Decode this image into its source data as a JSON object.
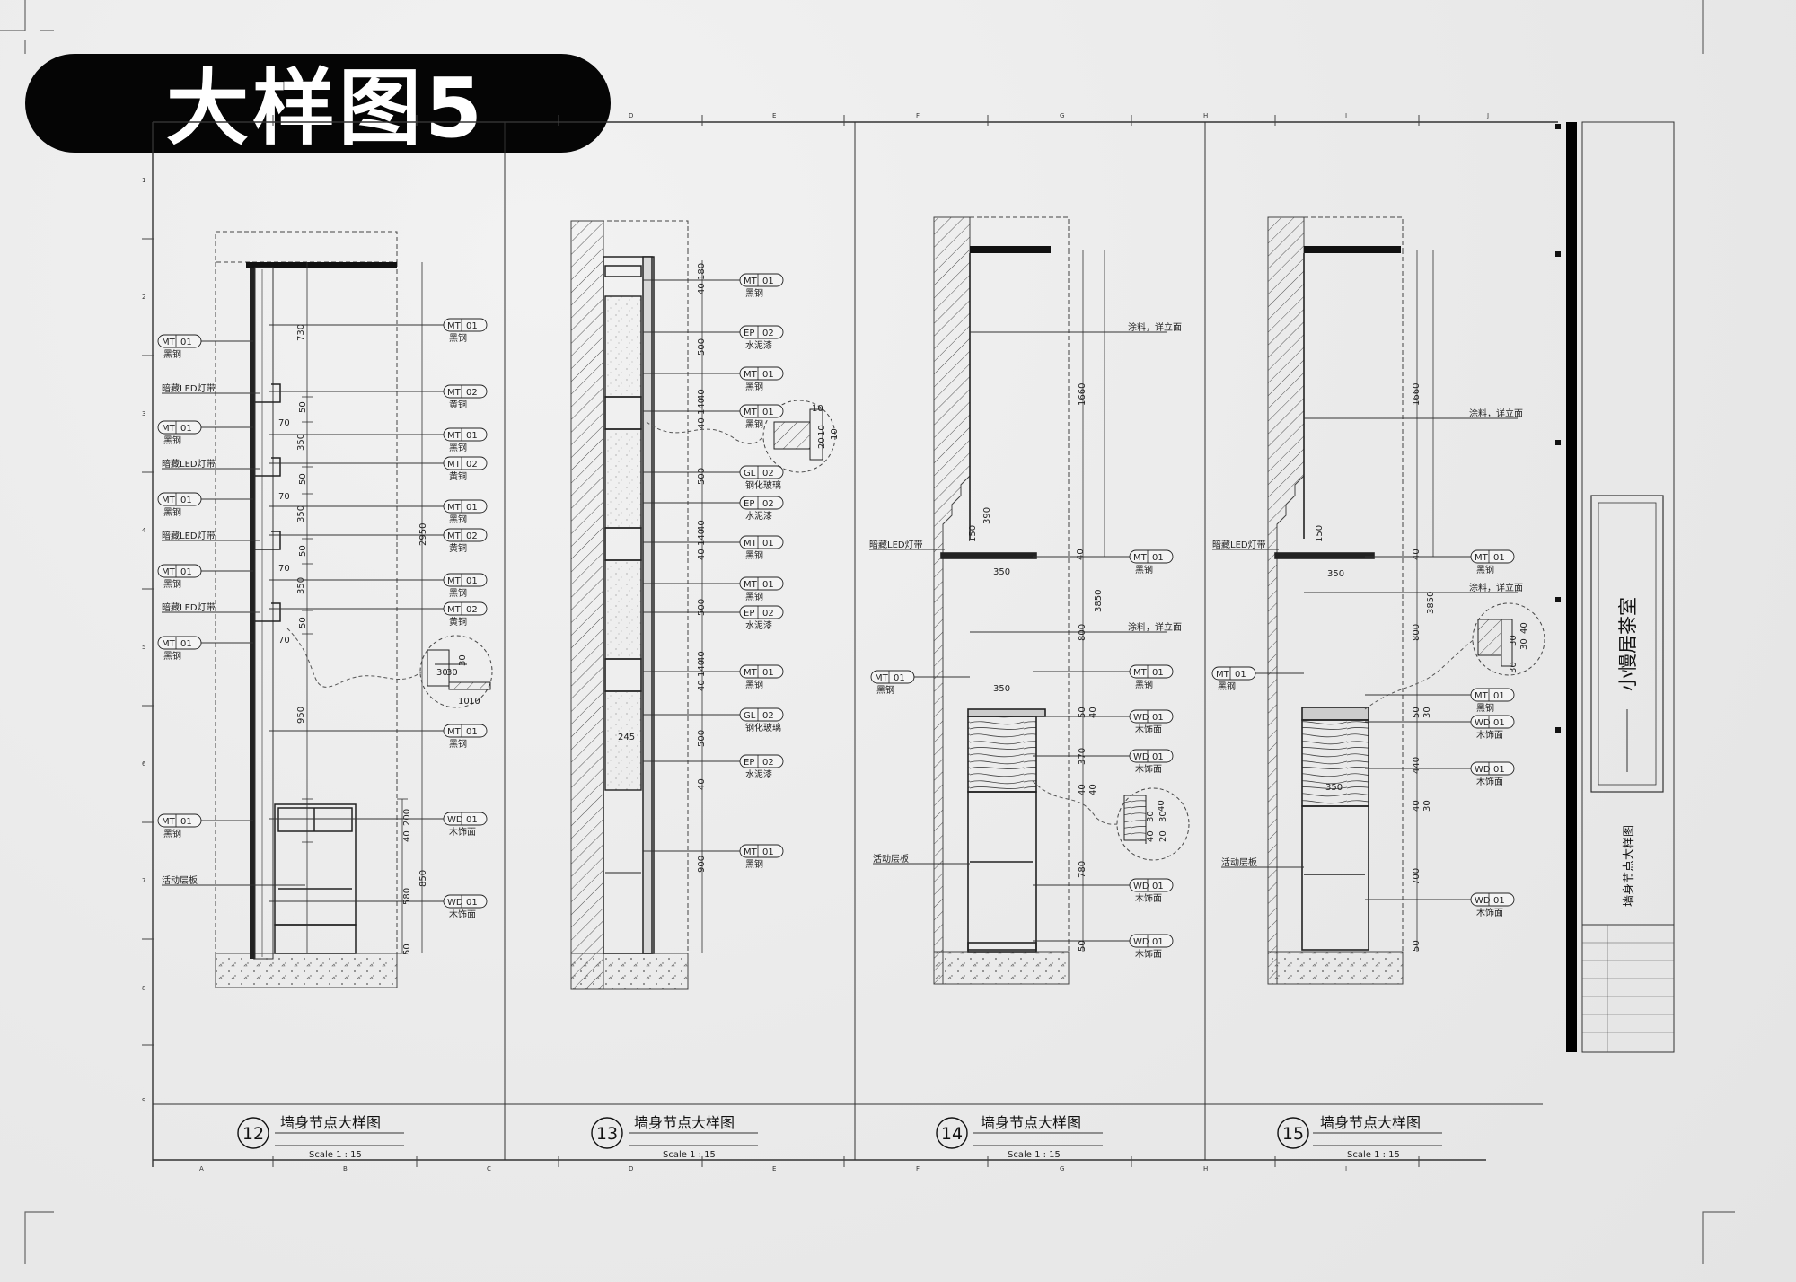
{
  "title": "大样图5",
  "drawings": [
    {
      "number": "12",
      "caption": "墙身节点大样图",
      "scale": "Scale 1 : 15"
    },
    {
      "number": "13",
      "caption": "墙身节点大样图",
      "scale": "Scale 1 : 15"
    },
    {
      "number": "14",
      "caption": "墙身节点大样图",
      "scale": "Scale 1 : 15"
    },
    {
      "number": "15",
      "caption": "墙身节点大样图",
      "scale": "Scale 1 : 15"
    }
  ],
  "title_block": {
    "project_name": "小慢居茶室",
    "sheet_name": "墙身节点大样图"
  },
  "grid": {
    "columns": [
      "A",
      "B",
      "C",
      "D",
      "E",
      "F",
      "G",
      "H",
      "I",
      "J"
    ],
    "rows": [
      "1",
      "2",
      "3",
      "4",
      "5",
      "6",
      "7",
      "8",
      "9"
    ]
  },
  "materials": {
    "MT01": "黑钢",
    "MT02": "黄铜",
    "EP02": "水泥漆",
    "GL02": "钢化玻璃",
    "WD01": "木饰面",
    "led": "暗藏LED灯带",
    "shelf": "活动层板",
    "paint": "涂料，详立面"
  },
  "d12": {
    "left_tags": [
      {
        "code": "MT",
        "num": "01",
        "text": "黑钢"
      },
      {
        "code": "MT",
        "num": "01",
        "text": "黑钢"
      },
      {
        "code": "MT",
        "num": "01",
        "text": "黑钢"
      },
      {
        "code": "MT",
        "num": "01",
        "text": "黑钢"
      },
      {
        "code": "MT",
        "num": "01",
        "text": "黑钢"
      },
      {
        "code": "MT",
        "num": "01",
        "text": "黑钢"
      }
    ],
    "led_labels": [
      "暗藏LED灯带",
      "暗藏LED灯带",
      "暗藏LED灯带",
      "暗藏LED灯带"
    ],
    "shelf_label": "活动层板",
    "right_tags": [
      {
        "code": "MT",
        "num": "01",
        "text": "黑钢"
      },
      {
        "code": "MT",
        "num": "02",
        "text": "黄铜"
      },
      {
        "code": "MT",
        "num": "01",
        "text": "黑钢"
      },
      {
        "code": "MT",
        "num": "02",
        "text": "黄铜"
      },
      {
        "code": "MT",
        "num": "01",
        "text": "黑钢"
      },
      {
        "code": "MT",
        "num": "02",
        "text": "黄铜"
      },
      {
        "code": "MT",
        "num": "01",
        "text": "黑钢"
      },
      {
        "code": "MT",
        "num": "02",
        "text": "黄铜"
      },
      {
        "code": "MT",
        "num": "01",
        "text": "黑钢"
      },
      {
        "code": "WD",
        "num": "01",
        "text": "木饰面"
      },
      {
        "code": "WD",
        "num": "01",
        "text": "木饰面"
      }
    ],
    "dims": [
      "730",
      "50",
      "70",
      "350",
      "50",
      "70",
      "350",
      "50",
      "70",
      "350",
      "50",
      "70",
      "950",
      "200",
      "40",
      "580",
      "850",
      "50",
      "2950"
    ],
    "detail_dims": [
      "30",
      "30",
      "30",
      "10",
      "10"
    ]
  },
  "d13": {
    "right_tags": [
      {
        "code": "MT",
        "num": "01",
        "text": "黑钢"
      },
      {
        "code": "EP",
        "num": "02",
        "text": "水泥漆"
      },
      {
        "code": "MT",
        "num": "01",
        "text": "黑钢"
      },
      {
        "code": "MT",
        "num": "01",
        "text": "黑钢"
      },
      {
        "code": "GL",
        "num": "02",
        "text": "钢化玻璃"
      },
      {
        "code": "EP",
        "num": "02",
        "text": "水泥漆"
      },
      {
        "code": "MT",
        "num": "01",
        "text": "黑钢"
      },
      {
        "code": "MT",
        "num": "01",
        "text": "黑钢"
      },
      {
        "code": "EP",
        "num": "02",
        "text": "水泥漆"
      },
      {
        "code": "MT",
        "num": "01",
        "text": "黑钢"
      },
      {
        "code": "GL",
        "num": "02",
        "text": "钢化玻璃"
      },
      {
        "code": "EP",
        "num": "02",
        "text": "水泥漆"
      },
      {
        "code": "MT",
        "num": "01",
        "text": "黑钢"
      }
    ],
    "dims": [
      "40",
      "180",
      "500",
      "40",
      "140",
      "40",
      "500",
      "40",
      "140",
      "40",
      "500",
      "40",
      "140",
      "40",
      "500",
      "40",
      "900",
      "245"
    ],
    "detail_dims": [
      "10",
      "10",
      "20",
      "10"
    ]
  },
  "d14": {
    "led_label": "暗藏LED灯带",
    "shelf_label": "活动层板",
    "left_tag": {
      "code": "MT",
      "num": "01",
      "text": "黑钢"
    },
    "paint_labels": [
      "涂料，详立面",
      "涂料，详立面"
    ],
    "right_tags": [
      {
        "code": "MT",
        "num": "01",
        "text": "黑钢"
      },
      {
        "code": "MT",
        "num": "01",
        "text": "黑钢"
      },
      {
        "code": "WD",
        "num": "01",
        "text": "木饰面"
      },
      {
        "code": "WD",
        "num": "01",
        "text": "木饰面"
      },
      {
        "code": "WD",
        "num": "01",
        "text": "木饰面"
      },
      {
        "code": "WD",
        "num": "01",
        "text": "木饰面"
      }
    ],
    "dims": [
      "1660",
      "390",
      "40",
      "350",
      "150",
      "3850",
      "800",
      "50",
      "40",
      "370",
      "40",
      "40",
      "780",
      "50",
      "350"
    ],
    "detail_dims": [
      "30",
      "30",
      "40",
      "40",
      "20"
    ]
  },
  "d15": {
    "led_label": "暗藏LED灯带",
    "shelf_label": "活动层板",
    "left_tag": {
      "code": "MT",
      "num": "01",
      "text": "黑钢"
    },
    "paint_labels": [
      "涂料，详立面",
      "涂料，详立面"
    ],
    "right_tags": [
      {
        "code": "MT",
        "num": "01",
        "text": "黑钢"
      },
      {
        "code": "MT",
        "num": "01",
        "text": "黑钢"
      },
      {
        "code": "WD",
        "num": "01",
        "text": "木饰面"
      },
      {
        "code": "WD",
        "num": "01",
        "text": "木饰面"
      },
      {
        "code": "WD",
        "num": "01",
        "text": "木饰面"
      }
    ],
    "dims": [
      "1660",
      "150",
      "350",
      "40",
      "3850",
      "800",
      "50",
      "30",
      "440",
      "40",
      "30",
      "700",
      "50",
      "350"
    ],
    "detail_dims": [
      "40",
      "30",
      "30",
      "30"
    ]
  }
}
